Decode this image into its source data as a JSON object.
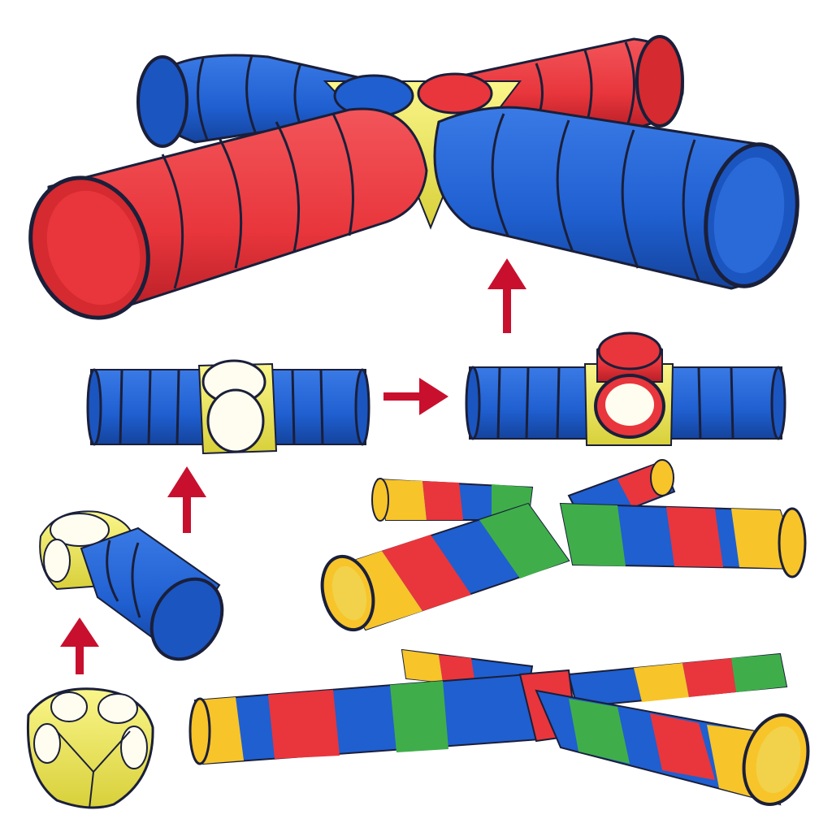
{
  "colors": {
    "background": "#ffffff",
    "red": "#e8363c",
    "red_dark": "#c21f28",
    "blue": "#1f5fd0",
    "blue_dark": "#1646a3",
    "yellow": "#f2ef6a",
    "yellow_dark": "#d9d23a",
    "green": "#3fae4a",
    "orange_yellow": "#f7c42a",
    "hoop": "#1a1f3a",
    "arrow": "#c8102e"
  },
  "products": {
    "top": "four-way-cross-tunnel-red-blue",
    "mid_left": "straight-tunnel-with-center-hub",
    "mid_right": "three-way-tunnel-with-top-branch",
    "left_small": "hub-with-one-blue-tunnel",
    "bottom_left": "yellow-center-hub",
    "rainbow_upper": "four-way-cross-tunnel-rainbow",
    "rainbow_lower": "four-way-cross-tunnel-rainbow-long"
  },
  "arrows": [
    "arrow-up",
    "arrow-up",
    "arrow-right",
    "arrow-up"
  ]
}
